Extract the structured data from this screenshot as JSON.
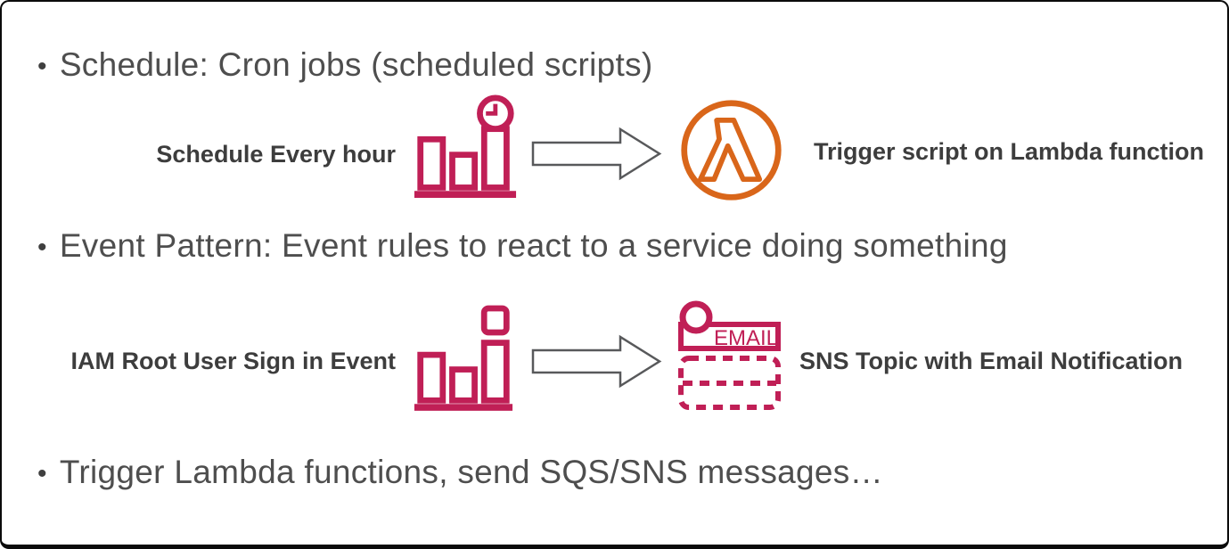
{
  "slide": {
    "bullets": [
      {
        "marker": "•",
        "text": "Schedule: Cron jobs (scheduled scripts)"
      },
      {
        "marker": "•",
        "text": "Event Pattern: Event rules to react to a service doing something"
      },
      {
        "marker": "•",
        "text": "Trigger Lambda functions, send SQS/SNS messages…"
      }
    ],
    "rows": [
      {
        "source_label": "Schedule Every hour",
        "source_icon": "cloudwatch-schedule-icon",
        "arrow_icon": "right-block-arrow-icon",
        "target_icon": "lambda-icon",
        "target_label": "Trigger script on Lambda function"
      },
      {
        "source_label": "IAM Root User Sign in Event",
        "source_icon": "cloudwatch-event-rule-icon",
        "arrow_icon": "right-block-arrow-icon",
        "target_icon": "sns-email-topic-icon",
        "target_label": "SNS Topic with Email Notification",
        "email_label": "EMAIL"
      }
    ],
    "colors": {
      "crimson": "#C01F56",
      "lambda_orange": "#D9661A",
      "arrow_outline": "#58595B",
      "bullet_text": "#4E4E4E",
      "label_text": "#3D3D3D",
      "frame": "#0B0B0B"
    }
  }
}
